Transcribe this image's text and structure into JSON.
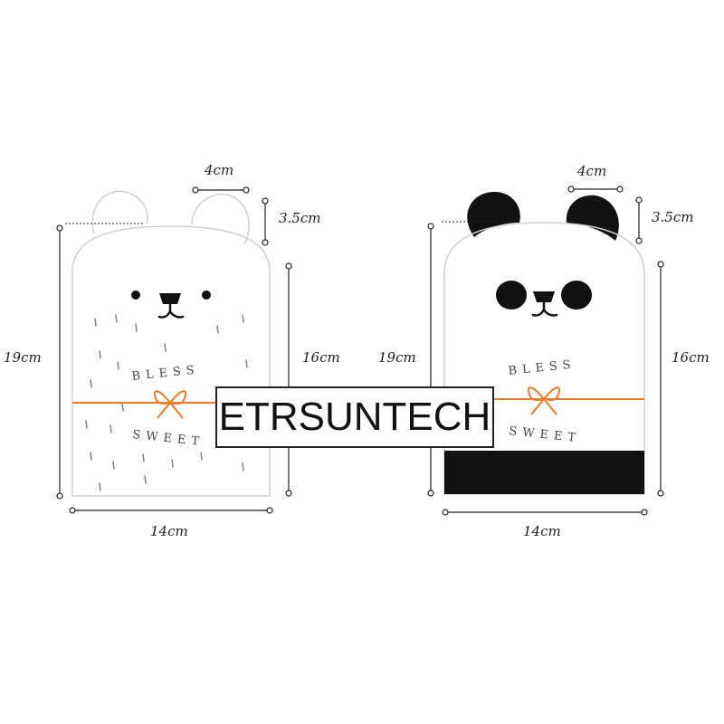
{
  "bags": [
    {
      "id": "bear",
      "ear_width": "4cm",
      "ear_height": "3.5cm",
      "total_height": "19cm",
      "body_height": "16cm",
      "width": "14cm",
      "text_top": "BLESS",
      "text_bottom": "SWEET"
    },
    {
      "id": "panda",
      "ear_width": "4cm",
      "ear_height": "3.5cm",
      "total_height": "19cm",
      "body_height": "16cm",
      "width": "14cm",
      "text_top": "BLESS",
      "text_bottom": "SWEET"
    }
  ],
  "watermark": "ETRSUNTECH",
  "colors": {
    "ribbon": "#f07a2a",
    "outline": "#cfcfcf",
    "ink": "#111111"
  }
}
